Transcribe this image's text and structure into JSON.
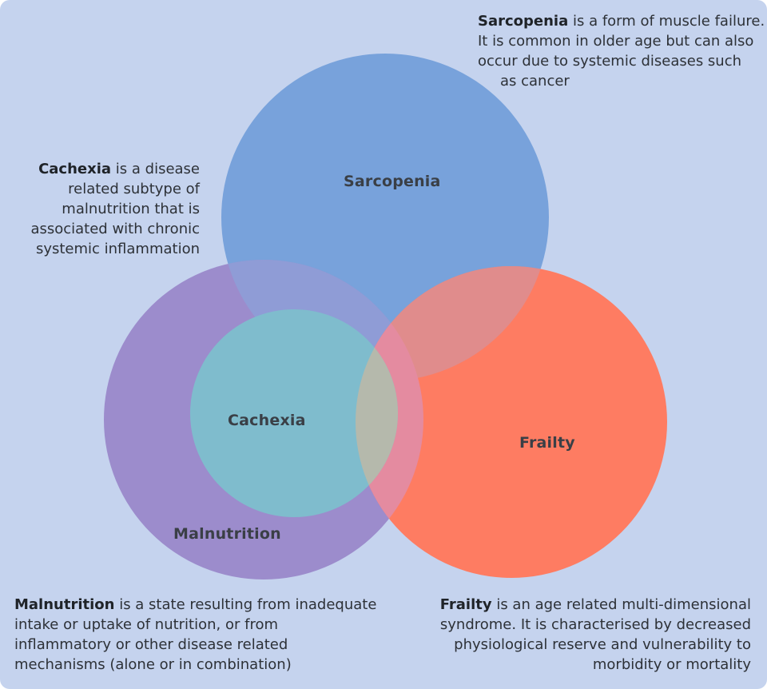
{
  "circles": {
    "sarcopenia": {
      "label": "Sarcopenia",
      "color": "#78a2db"
    },
    "malnutrition": {
      "label": "Malnutrition",
      "color": "#9c8ccc"
    },
    "cachexia": {
      "label": "Cachexia",
      "color": "#7fbccd"
    },
    "frailty": {
      "label": "Frailty",
      "color": "#fe7c62"
    }
  },
  "descriptions": {
    "sarcopenia": {
      "term": "Sarcopenia",
      "line1": " is a form of muscle failure.",
      "line2": "It is common in older age but can also",
      "line3": "occur due to systemic diseases such",
      "line4": "as cancer"
    },
    "cachexia": {
      "term": "Cachexia",
      "line1": " is a disease",
      "line2": "related subtype of",
      "line3": "malnutrition that is",
      "line4": "associated with chronic",
      "line5": "systemic inflammation"
    },
    "malnutrition": {
      "term": "Malnutrition",
      "line1": " is a state resulting from inadequate",
      "line2": "intake or uptake of nutrition, or from",
      "line3": "inflammatory or other disease related",
      "line4": "mechanisms (alone or in combination)"
    },
    "frailty": {
      "term": "Frailty",
      "line1": " is an age related multi-dimensional",
      "line2": "syndrome. It is characterised by decreased",
      "line3": "physiological reserve and vulnerability to",
      "line4": "morbidity or mortality"
    }
  }
}
